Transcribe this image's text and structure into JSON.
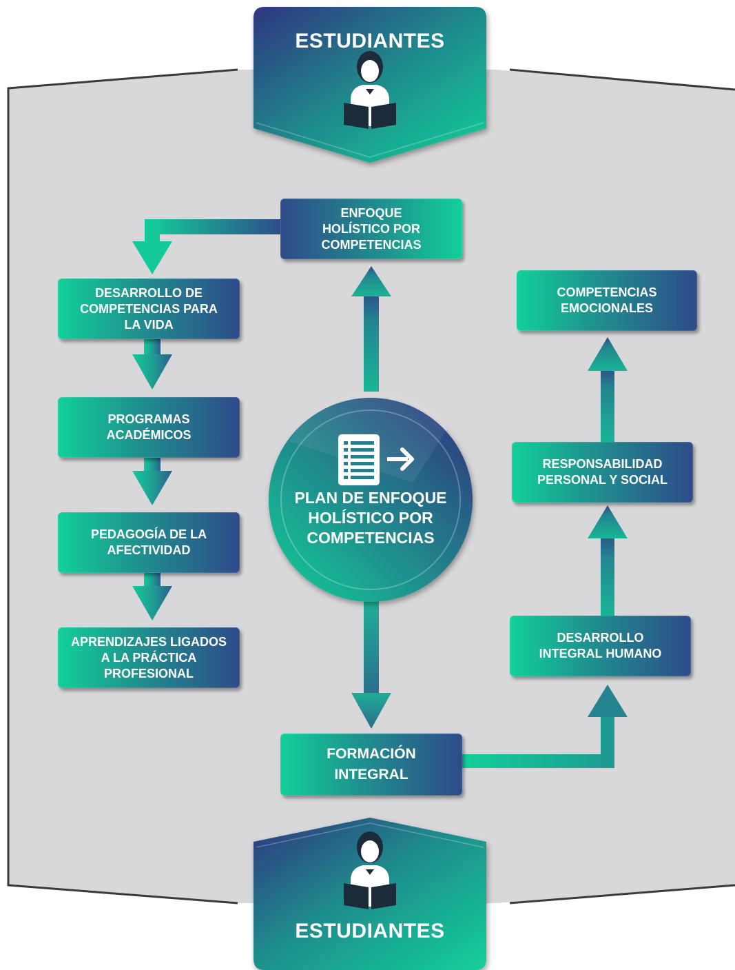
{
  "header": {
    "title": "ESTUDIANTES",
    "icon": "student-reading-icon"
  },
  "footer": {
    "title": "ESTUDIANTES",
    "icon": "student-reading-icon"
  },
  "center": {
    "title": "PLAN DE ENFOQUE HOLÍSTICO POR COMPETENCIAS",
    "icon": "document-arrow-icon"
  },
  "top_box": {
    "line1": "ENFOQUE",
    "line2": "HOLÍSTICO POR",
    "line3": "COMPETENCIAS"
  },
  "bottom_box": {
    "line1": "FORMACIÓN",
    "line2": "INTEGRAL"
  },
  "left_column": [
    {
      "line1": "DESARROLLO DE",
      "line2": "COMPETENCIAS PARA",
      "line3": "LA VIDA"
    },
    {
      "line1": "PROGRAMAS",
      "line2": "ACADÉMICOS"
    },
    {
      "line1": "PEDAGOGÍA DE LA",
      "line2": "AFECTIVIDAD"
    },
    {
      "line1": "APRENDIZAJES LIGADOS",
      "line2": "A LA PRÁCTICA",
      "line3": "PROFESIONAL"
    }
  ],
  "right_column": [
    {
      "line1": "COMPETENCIAS",
      "line2": "EMOCIONALES"
    },
    {
      "line1": "RESPONSABILIDAD",
      "line2": "PERSONAL Y SOCIAL"
    },
    {
      "line1": "DESARROLLO",
      "line2": "INTEGRAL HUMANO"
    }
  ],
  "colors": {
    "teal": "#12d09a",
    "navy": "#2e4b8a",
    "purple": "#312e82",
    "background": "#d8d7d9",
    "frame": "#3a3a3a"
  }
}
